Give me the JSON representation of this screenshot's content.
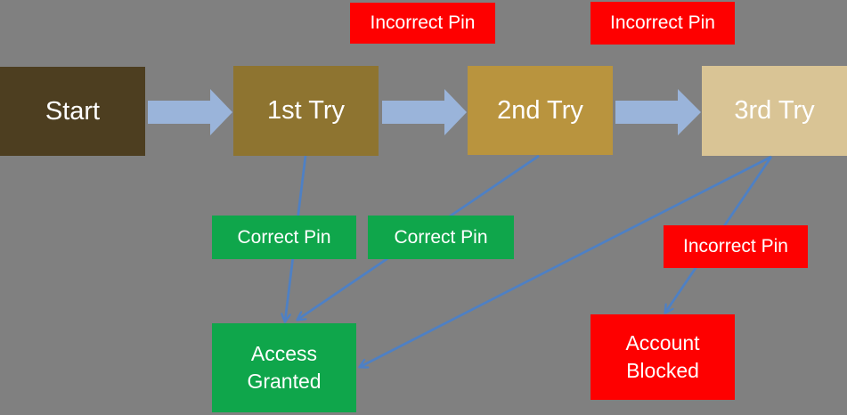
{
  "colors": {
    "background": "#808080",
    "flow_arrow": "#9ab4da",
    "connector_line": "#4e80c4",
    "incorrect_badge": "#fe0000",
    "correct_badge": "#0fa64b",
    "start_box": "#4d3e20",
    "try1_box": "#8e7430",
    "try2_box": "#b9943e",
    "try3_box": "#d9c495",
    "text": "#ffffff"
  },
  "nodes": {
    "start": {
      "label": "Start"
    },
    "try1": {
      "label": "1st Try"
    },
    "try2": {
      "label": "2nd Try"
    },
    "try3": {
      "label": "3rd Try"
    },
    "access_granted": {
      "label": "Access Granted"
    },
    "account_blocked": {
      "label": "Account Blocked"
    }
  },
  "edge_labels": {
    "incorrect_pin_1": "Incorrect Pin",
    "incorrect_pin_2": "Incorrect Pin",
    "incorrect_pin_3": "Incorrect Pin",
    "correct_pin_1": "Correct Pin",
    "correct_pin_2": "Correct Pin"
  },
  "edges": [
    {
      "from": "Start",
      "to": "1st Try",
      "style": "block-arrow"
    },
    {
      "from": "1st Try",
      "to": "2nd Try",
      "style": "block-arrow",
      "label": "Incorrect Pin"
    },
    {
      "from": "2nd Try",
      "to": "3rd Try",
      "style": "block-arrow",
      "label": "Incorrect Pin"
    },
    {
      "from": "1st Try",
      "to": "Access Granted",
      "style": "line-arrow",
      "label": "Correct Pin"
    },
    {
      "from": "2nd Try",
      "to": "Access Granted",
      "style": "line-arrow",
      "label": "Correct Pin"
    },
    {
      "from": "3rd Try",
      "to": "Access Granted",
      "style": "line-arrow"
    },
    {
      "from": "3rd Try",
      "to": "Account Blocked",
      "style": "line-arrow",
      "label": "Incorrect Pin"
    }
  ]
}
